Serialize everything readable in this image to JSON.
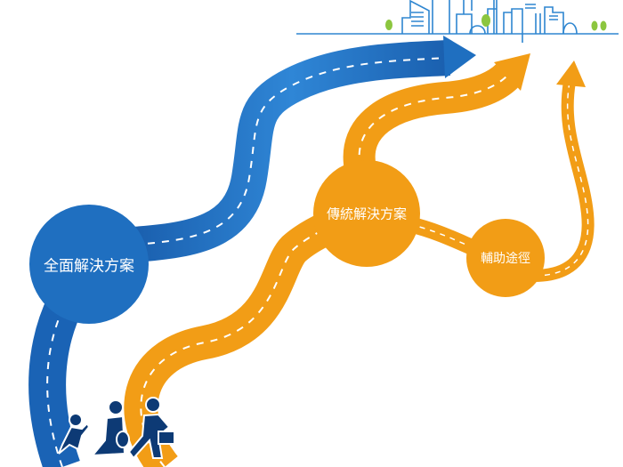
{
  "nodes": {
    "comprehensive": "全面解決方案",
    "traditional": "傳統解決方案",
    "auxiliary": "輔助途徑"
  },
  "colors": {
    "blue": "#1f6fc0",
    "orange": "#f29d16",
    "navy": "#0d3a75",
    "city": "#2f86d0",
    "tree": "#8cc63f"
  }
}
